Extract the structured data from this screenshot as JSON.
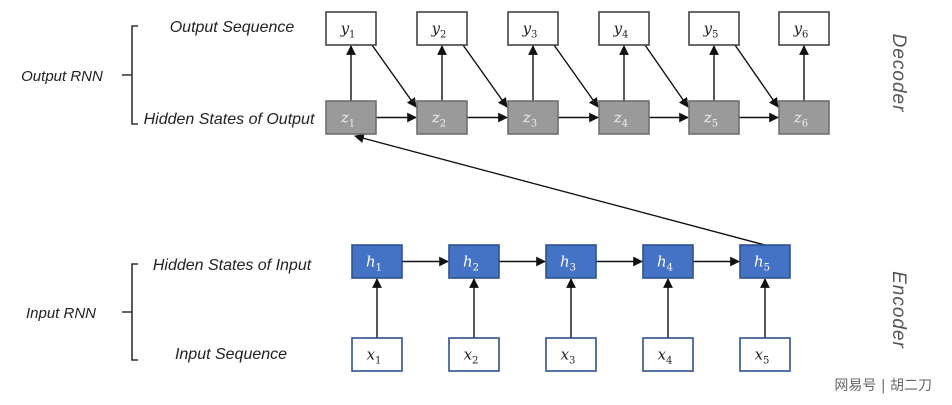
{
  "labels": {
    "output_sequence": "Output Sequence",
    "hidden_states_output": "Hidden States of Output",
    "output_rnn": "Output RNN",
    "hidden_states_input": "Hidden States of Input",
    "input_rnn": "Input RNN",
    "input_sequence": "Input Sequence",
    "decoder": "Decoder",
    "encoder": "Encoder"
  },
  "watermark": "网易号 | 胡二刀",
  "decoder": {
    "outputs": [
      {
        "sym": "y",
        "sub": "1"
      },
      {
        "sym": "y",
        "sub": "2"
      },
      {
        "sym": "y",
        "sub": "3"
      },
      {
        "sym": "y",
        "sub": "4"
      },
      {
        "sym": "y",
        "sub": "5"
      },
      {
        "sym": "y",
        "sub": "6"
      }
    ],
    "hidden": [
      {
        "sym": "z",
        "sub": "1"
      },
      {
        "sym": "z",
        "sub": "2"
      },
      {
        "sym": "z",
        "sub": "3"
      },
      {
        "sym": "z",
        "sub": "4"
      },
      {
        "sym": "z",
        "sub": "5"
      },
      {
        "sym": "z",
        "sub": "6"
      }
    ]
  },
  "encoder": {
    "hidden": [
      {
        "sym": "h",
        "sub": "1"
      },
      {
        "sym": "h",
        "sub": "2"
      },
      {
        "sym": "h",
        "sub": "3"
      },
      {
        "sym": "h",
        "sub": "4"
      },
      {
        "sym": "h",
        "sub": "5"
      }
    ],
    "inputs": [
      {
        "sym": "x",
        "sub": "1"
      },
      {
        "sym": "x",
        "sub": "2"
      },
      {
        "sym": "x",
        "sub": "3"
      },
      {
        "sym": "x",
        "sub": "4"
      },
      {
        "sym": "x",
        "sub": "5"
      }
    ]
  },
  "colors": {
    "decoder_hidden_fill": "#9a9a9a",
    "decoder_hidden_stroke": "#6f6f6f",
    "encoder_hidden_fill": "#4472c4",
    "encoder_hidden_stroke": "#2f528f",
    "output_stroke": "#444444",
    "input_stroke": "#2f528f",
    "arrow": "#111111"
  }
}
